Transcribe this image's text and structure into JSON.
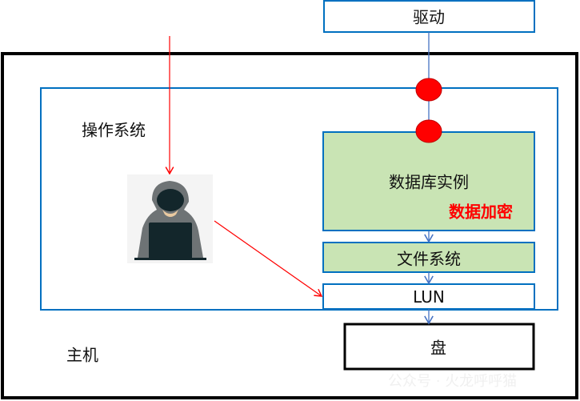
{
  "diagram": {
    "driver": "驱动",
    "os": "操作系统",
    "db_instance": "数据库实例",
    "encryption": "数据加密",
    "filesystem": "文件系统",
    "lun": "LUN",
    "disk": "盘",
    "host": "主机",
    "watermark": "公众号 · 火龙呼呼猫",
    "colors": {
      "box_border": "#0070c0",
      "green_fill": "#c9e4b4",
      "attack": "#ff0000",
      "flow": "#4472c4"
    },
    "icons": [
      "hacker-icon",
      "interception-point-icon"
    ]
  }
}
